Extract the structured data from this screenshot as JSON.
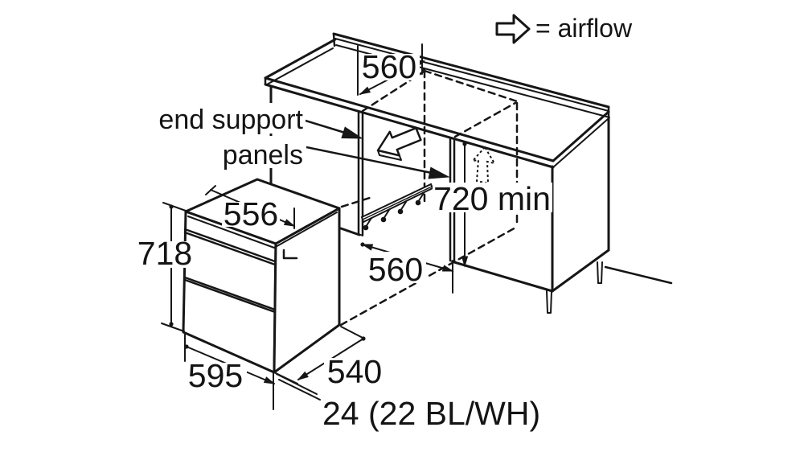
{
  "diagram": {
    "title": "built-under oven installation diagram",
    "legend": {
      "airflow": "= airflow"
    },
    "annotations": {
      "end_support_line1": "end support",
      "end_support_line2": "panels"
    },
    "dimensions": {
      "niche_depth_top": "560",
      "niche_width": "560",
      "niche_height": "720 min",
      "oven_body_width": "556",
      "oven_height": "718",
      "oven_front_width": "595",
      "oven_depth": "540",
      "door_thickness": "24 (22 BL/WH)"
    },
    "colors": {
      "line": "#161616",
      "background": "#ffffff"
    }
  }
}
